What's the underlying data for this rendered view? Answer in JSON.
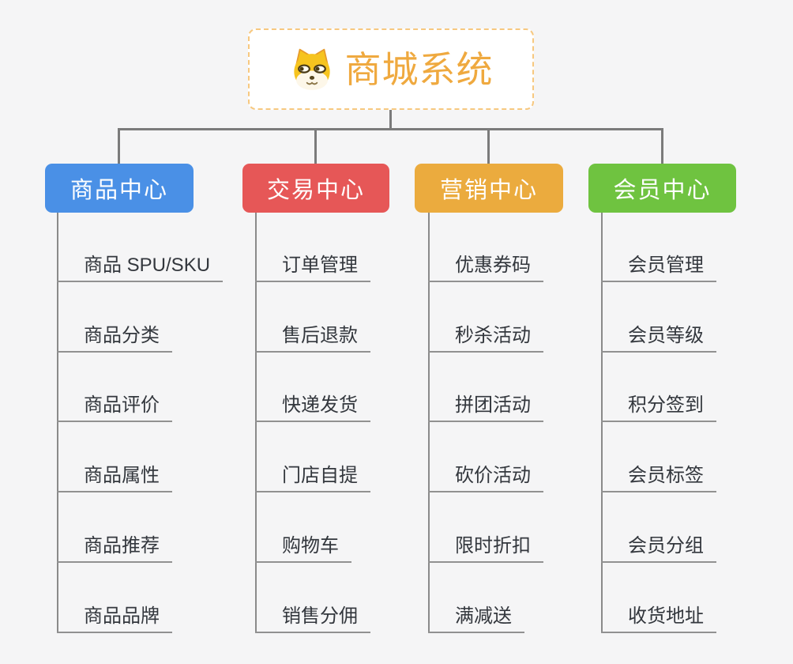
{
  "canvas": {
    "background_color": "#f5f5f6",
    "connector_color": "#7b7b7b",
    "rail_color": "#8a8a8a",
    "underline_color": "#919191"
  },
  "root": {
    "title": "商城系统",
    "title_color": "#efa93f",
    "border_color": "#f7c87f",
    "icon": "shiba-dog-face-icon"
  },
  "branches": [
    {
      "label": "商品中心",
      "color": "#4a90e6",
      "children": [
        "商品 SPU/SKU",
        "商品分类",
        "商品评价",
        "商品属性",
        "商品推荐",
        "商品品牌"
      ]
    },
    {
      "label": "交易中心",
      "color": "#e65757",
      "children": [
        "订单管理",
        "售后退款",
        "快递发货",
        "门店自提",
        "购物车",
        "销售分佣"
      ]
    },
    {
      "label": "营销中心",
      "color": "#ebab3e",
      "children": [
        "优惠券码",
        "秒杀活动",
        "拼团活动",
        "砍价活动",
        "限时折扣",
        "满减送"
      ]
    },
    {
      "label": "会员中心",
      "color": "#6fc340",
      "children": [
        "会员管理",
        "会员等级",
        "积分签到",
        "会员标签",
        "会员分组",
        "收货地址"
      ]
    }
  ]
}
